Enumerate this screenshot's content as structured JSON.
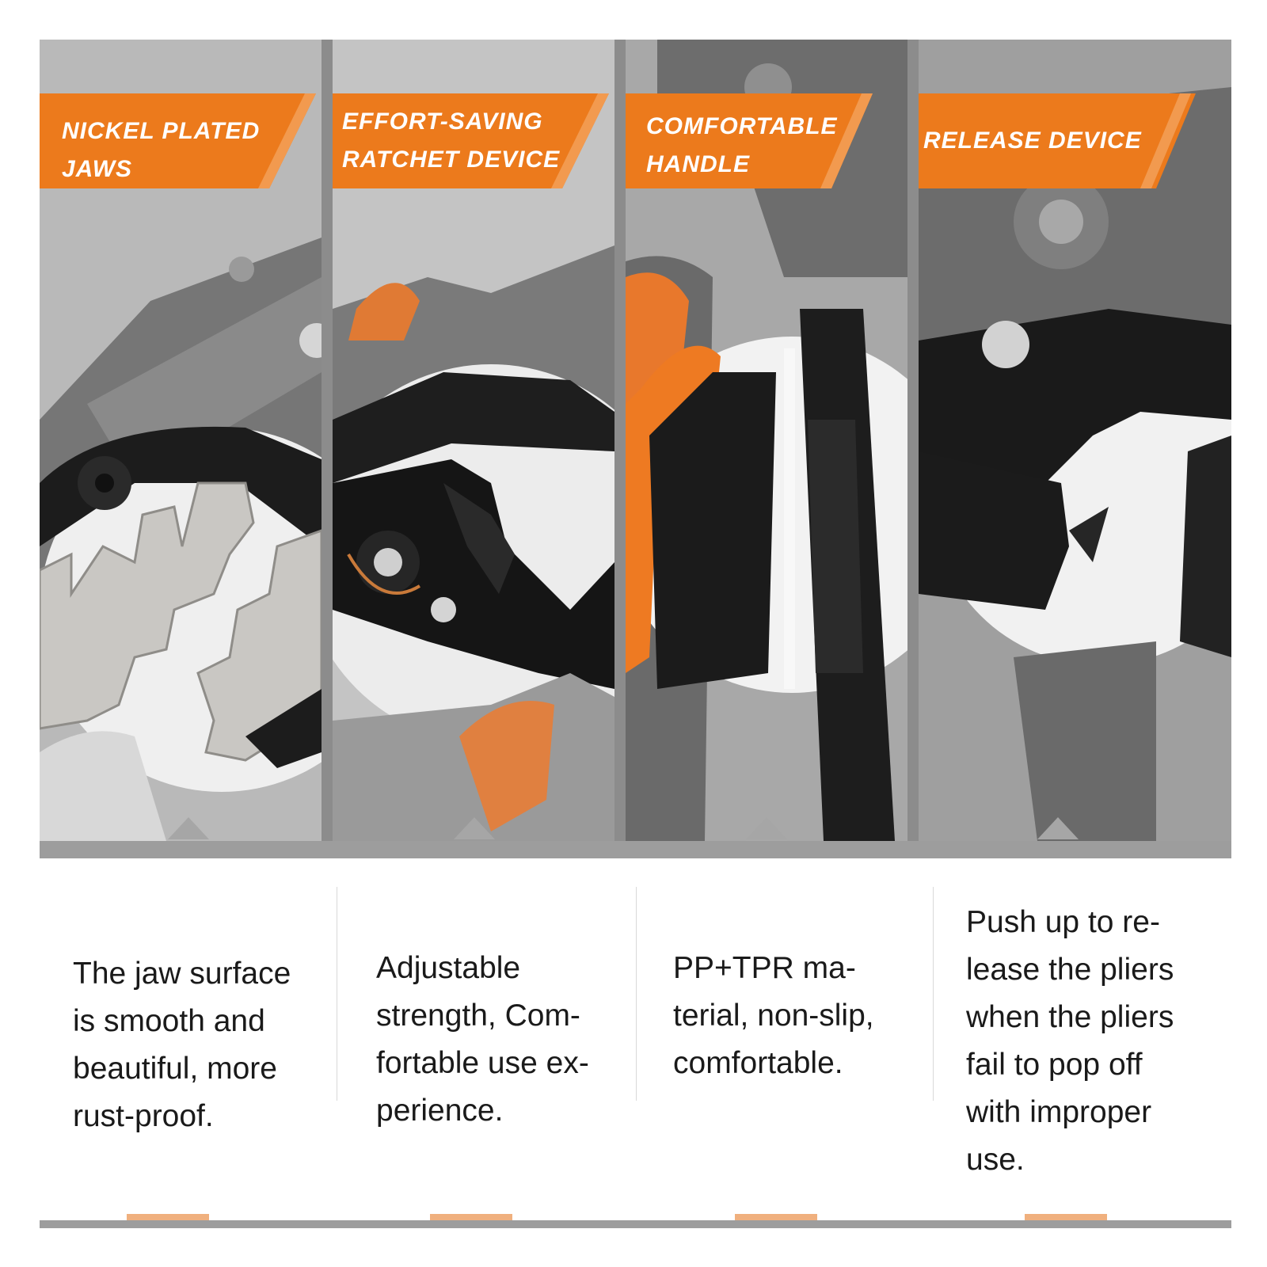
{
  "colors": {
    "banner_orange": "#ec7a1c",
    "panel_gray": "#9c9c9c",
    "rule_gray": "#9d9d9d",
    "accent_peach": "#f0b07e"
  },
  "features": [
    {
      "banner_lines": [
        "NICKEL PLATED",
        "JAWS"
      ],
      "description_lines": [
        "The jaw surface",
        "is smooth and",
        "beautiful, more",
        "rust-proof."
      ],
      "image_icon": "crimper-jaws-closeup"
    },
    {
      "banner_lines": [
        "EFFORT-SAVING",
        "RATCHET DEVICE"
      ],
      "description_lines": [
        "Adjustable",
        "strength, Com-",
        "fortable use ex-",
        "perience."
      ],
      "image_icon": "ratchet-adjuster-closeup"
    },
    {
      "banner_lines": [
        "COMFORTABLE",
        "HANDLE"
      ],
      "description_lines": [
        "PP+TPR ma-",
        "terial, non-slip,",
        "comfortable."
      ],
      "image_icon": "handle-grip-closeup"
    },
    {
      "banner_lines": [
        "RELEASE DEVICE"
      ],
      "description_lines": [
        "Push up to re-",
        "lease the pliers",
        "when the pliers",
        "fail to pop off",
        "with improper",
        "use."
      ],
      "image_icon": "release-lever-closeup"
    }
  ]
}
